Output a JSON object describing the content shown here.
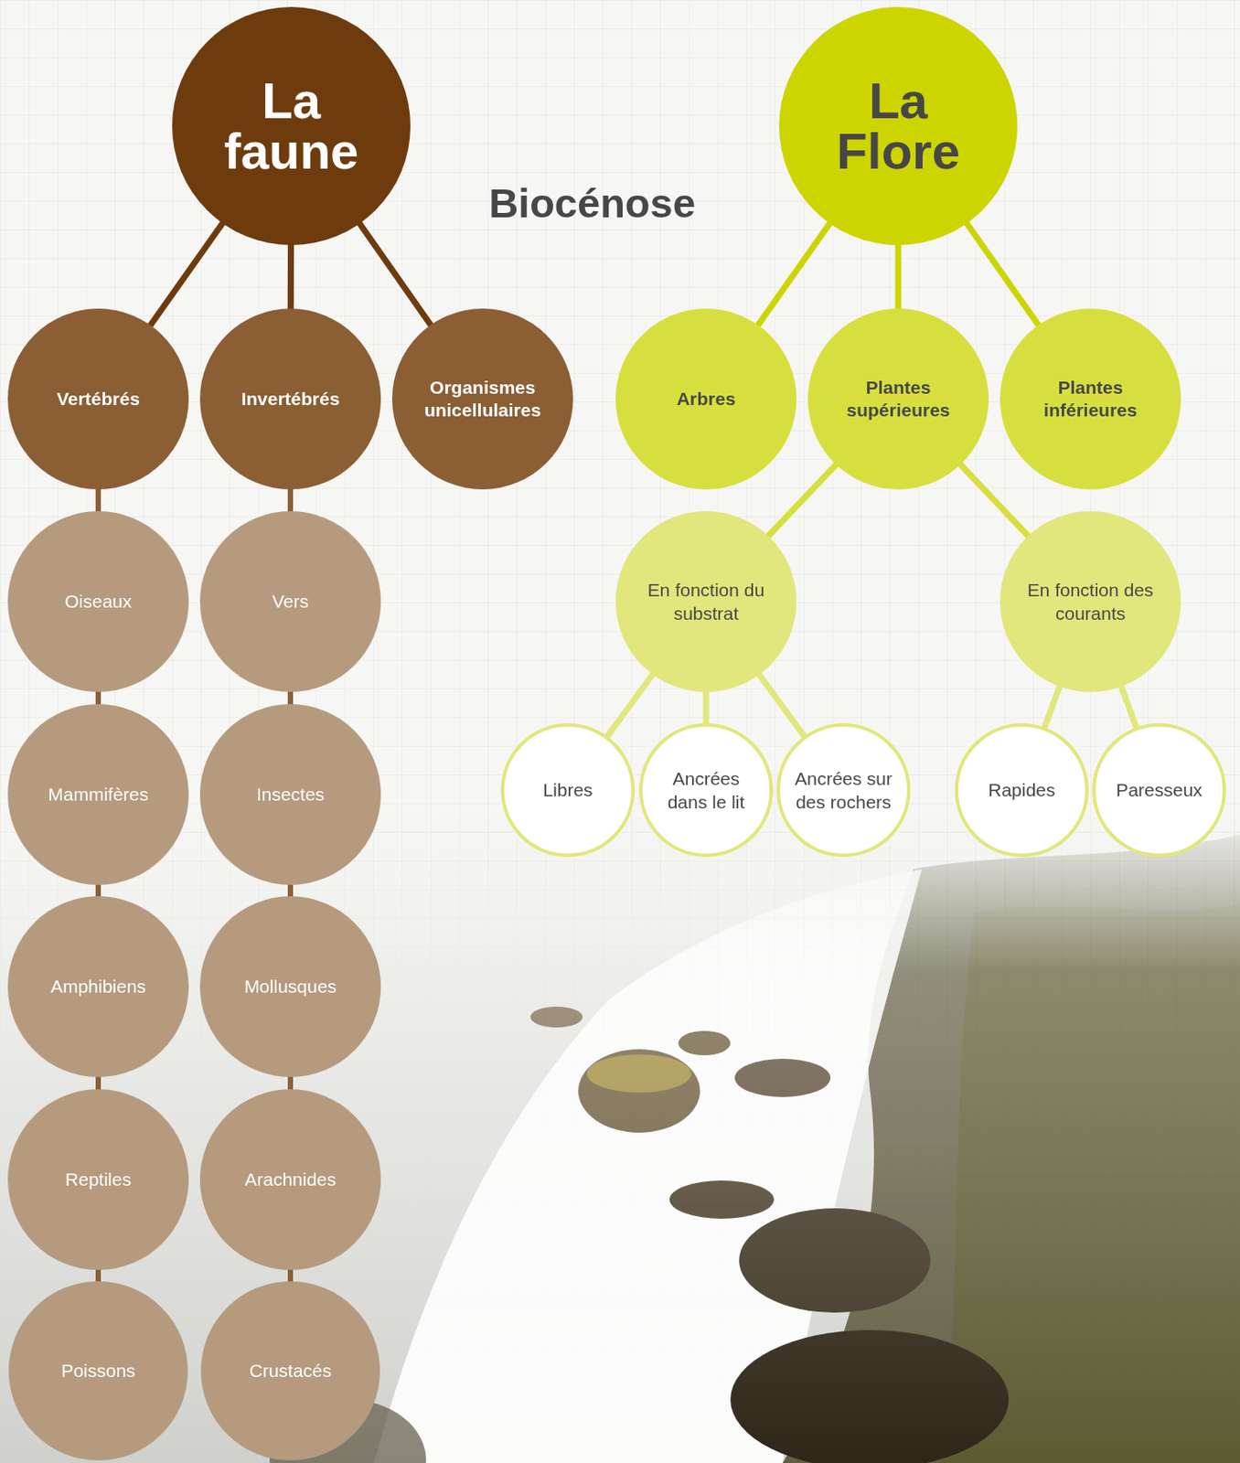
{
  "diagram": {
    "title": "Biocénose",
    "nodes": [
      {
        "text": [
          "La faune"
        ]
      },
      {
        "text": [
          "La Flore"
        ]
      },
      {
        "text": [
          "Vertébrés"
        ]
      },
      {
        "text": [
          "Invertébrés"
        ]
      },
      {
        "text": [
          "Organismes unicellulaires"
        ]
      },
      {
        "text": [
          "Arbres"
        ]
      },
      {
        "text": [
          "Plantes supérieures"
        ]
      },
      {
        "text": [
          "Plantes inférieures"
        ]
      },
      {
        "text": [
          "Oiseaux"
        ]
      },
      {
        "text": [
          "Mammifères"
        ]
      },
      {
        "text": [
          "Amphibiens"
        ]
      },
      {
        "text": [
          "Reptiles"
        ]
      },
      {
        "text": [
          "Poissons"
        ]
      },
      {
        "text": [
          "Vers"
        ]
      },
      {
        "text": [
          "Insectes"
        ]
      },
      {
        "text": [
          "Mollusques"
        ]
      },
      {
        "text": [
          "Arachnides"
        ]
      },
      {
        "text": [
          "Crustacés"
        ]
      },
      {
        "text": [
          "En fonction du substrat"
        ]
      },
      {
        "text": [
          "En fonction des courants"
        ]
      },
      {
        "text": [
          "Libres"
        ]
      },
      {
        "text": [
          "Ancrées dans le lit"
        ]
      },
      {
        "text": [
          "Ancrées sur des rochers"
        ]
      },
      {
        "text": [
          "Rapides"
        ]
      },
      {
        "text": [
          "Paresseux"
        ]
      }
    ],
    "edges": [
      {
        "from": 0,
        "to": 2,
        "arrow": "none"
      },
      {
        "from": 0,
        "to": 3,
        "arrow": "none"
      },
      {
        "from": 0,
        "to": 4,
        "arrow": "none"
      },
      {
        "from": 1,
        "to": 5,
        "arrow": "none"
      },
      {
        "from": 1,
        "to": 6,
        "arrow": "none"
      },
      {
        "from": 1,
        "to": 7,
        "arrow": "none"
      },
      {
        "from": 2,
        "to": 8,
        "arrow": "none"
      },
      {
        "from": 8,
        "to": 9,
        "arrow": "none"
      },
      {
        "from": 9,
        "to": 10,
        "arrow": "none"
      },
      {
        "from": 10,
        "to": 11,
        "arrow": "none"
      },
      {
        "from": 11,
        "to": 12,
        "arrow": "none"
      },
      {
        "from": 3,
        "to": 13,
        "arrow": "none"
      },
      {
        "from": 13,
        "to": 14,
        "arrow": "none"
      },
      {
        "from": 14,
        "to": 15,
        "arrow": "none"
      },
      {
        "from": 15,
        "to": 16,
        "arrow": "none"
      },
      {
        "from": 16,
        "to": 17,
        "arrow": "none"
      },
      {
        "from": 6,
        "to": 18,
        "arrow": "none"
      },
      {
        "from": 6,
        "to": 19,
        "arrow": "none"
      },
      {
        "from": 18,
        "to": 20,
        "arrow": "none"
      },
      {
        "from": 18,
        "to": 21,
        "arrow": "none"
      },
      {
        "from": 18,
        "to": 22,
        "arrow": "none"
      },
      {
        "from": 19,
        "to": 23,
        "arrow": "none"
      },
      {
        "from": 19,
        "to": 24,
        "arrow": "none"
      }
    ]
  }
}
